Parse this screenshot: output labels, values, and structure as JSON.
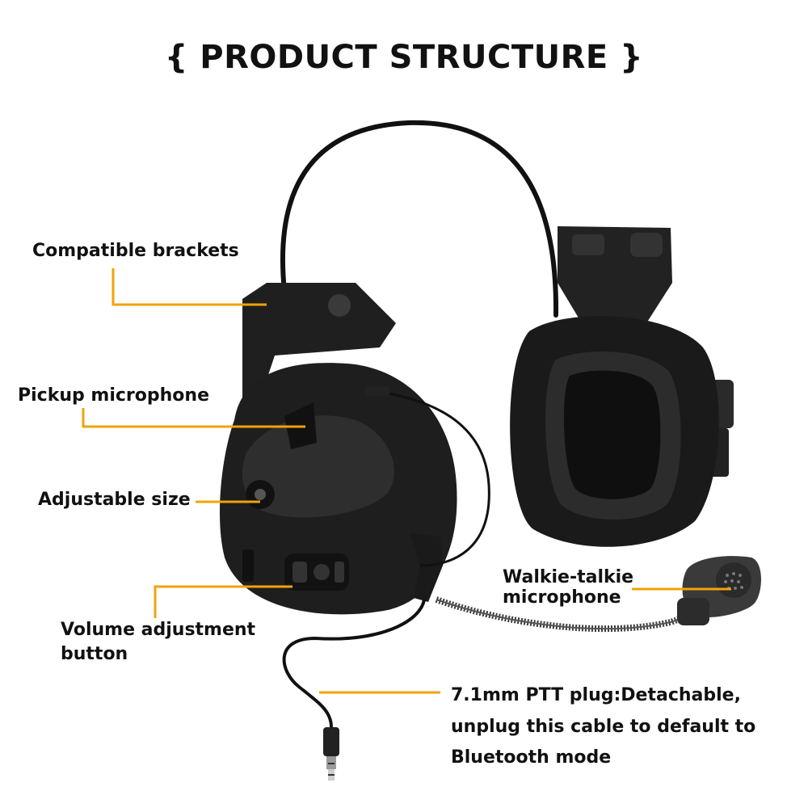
{
  "title": "{ PRODUCT STRUCTURE }",
  "colors": {
    "leader": "#f0a30a",
    "device": "#1e1e1e",
    "device_highlight": "#3a3a3a",
    "cable": "#111111",
    "background": "#ffffff"
  },
  "labels": {
    "brackets": "Compatible  brackets",
    "pickup_mic": "Pickup  microphone",
    "adjustable_size": "Adjustable  size",
    "volume_line1": "Volume adjustment",
    "volume_line2": "button",
    "walkie_line1": "Walkie-talkie",
    "walkie_line2": "microphone",
    "ptt_line1": "7.1mm PTT plug:Detachable,",
    "ptt_line2": "unplug this cable to default to",
    "ptt_line3": "Bluetooth mode"
  }
}
